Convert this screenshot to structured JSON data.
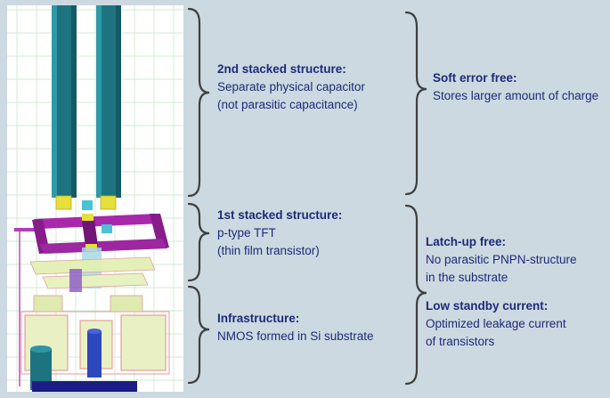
{
  "page": {
    "background": "#ccd9e1"
  },
  "text_color": "#1e2a78",
  "brace_color": "#3f3f3f",
  "figure": {
    "palette": {
      "grid": "#b9e4b9",
      "pillar_front": "#1d7380",
      "pillar_highlight": "#2f99a8",
      "pillar_shadow": "#155a66",
      "yellow_contact": "#e6e03c",
      "cyan_block": "#49c3d3",
      "tft_purple": "#a828ac",
      "tft_purple_dark": "#871c8b",
      "gate_slab": "#e3f0b4",
      "slab_outline": "#da9d9d",
      "substrate_block": "#e9f0c4",
      "substrate_outline": "#e08e8e",
      "blue_contact": "#2d47bd",
      "teal_well": "#1d7380",
      "base_bar": "#1c1c86"
    }
  },
  "annotations": {
    "left": [
      {
        "title": "2nd stacked structure:",
        "line1": "Separate physical capacitor",
        "line2": "(not parasitic capacitance)"
      },
      {
        "title": "1st stacked structure:",
        "line1": "p-type TFT",
        "line2": "(thin film transistor)"
      },
      {
        "title": "Infrastructure:",
        "line1": "NMOS formed in Si substrate",
        "line2": ""
      }
    ],
    "right": [
      {
        "title": "Soft error free:",
        "line1": "Stores larger amount of charge",
        "line2": ""
      },
      {
        "title": "Latch-up free:",
        "line1": "No parasitic PNPN-structure",
        "line2": "in the substrate"
      },
      {
        "title": "Low standby current:",
        "line1": "Optimized leakage current",
        "line2": "of transistors"
      }
    ]
  }
}
